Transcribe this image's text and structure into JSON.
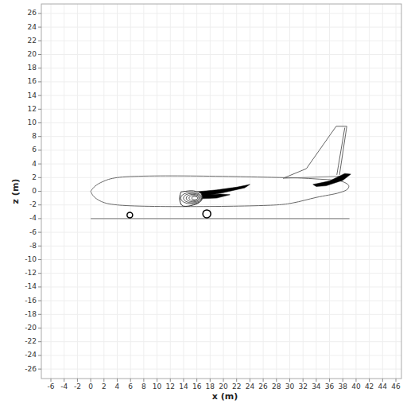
{
  "diagram": {
    "labels": [
      "-6",
      "-4",
      "-2",
      "0",
      "2",
      "4",
      "6",
      "8",
      "10",
      "12",
      "14",
      "16",
      "18",
      "20",
      "22",
      "24",
      "26",
      "28",
      "30",
      "32",
      "34",
      "36",
      "38",
      "40",
      "42",
      "44",
      "46",
      "26",
      "24",
      "22",
      "20",
      "18",
      "16",
      "14",
      "12",
      "10",
      "8",
      "6",
      "4",
      "2",
      "0",
      "-2",
      "-4",
      "-6",
      "-8",
      "-10",
      "-12",
      "-14",
      "-16",
      "-18",
      "-20",
      "-22",
      "-24",
      "-26",
      "x (m)",
      "z (m)"
    ]
  }
}
